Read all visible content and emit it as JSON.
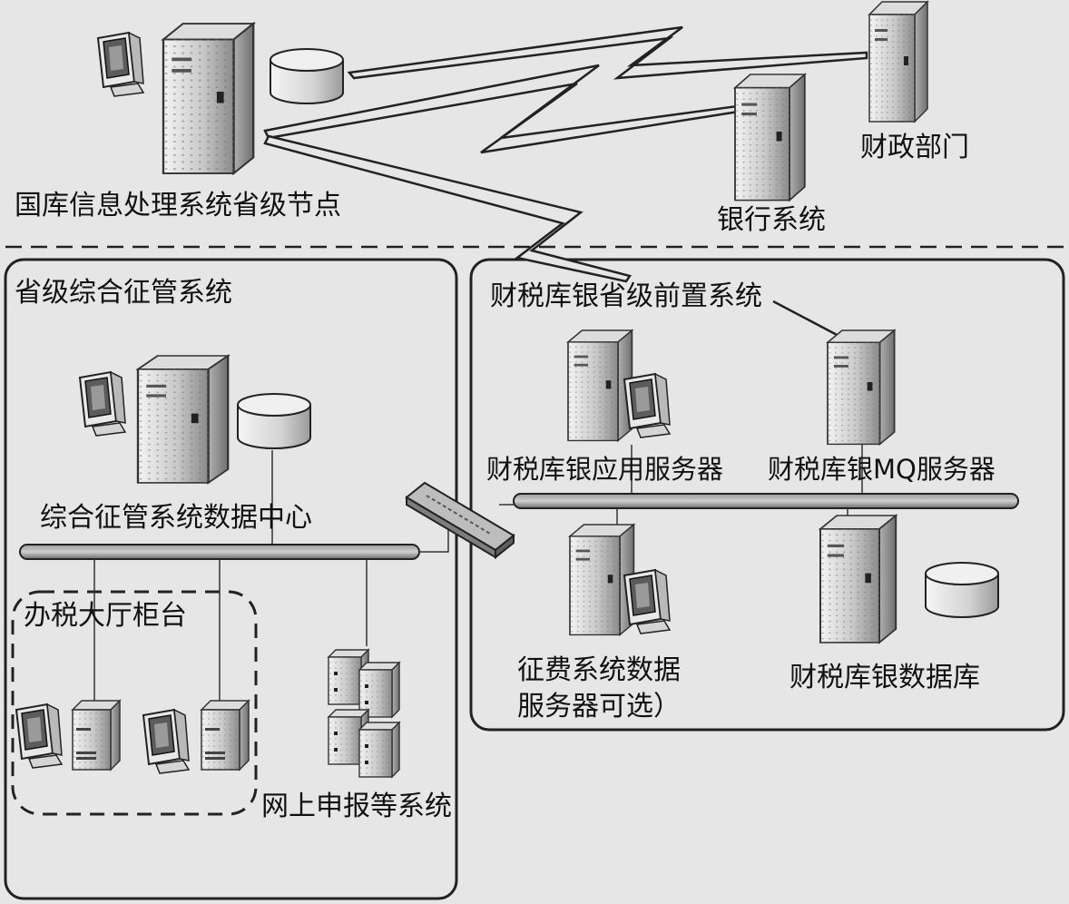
{
  "top": {
    "treasury_node": "国库信息处理系统省级节点",
    "finance_dept": "财政部门",
    "bank_system": "银行系统"
  },
  "left_box": {
    "title": "省级综合征管系统",
    "data_center": "综合征管系统数据中心",
    "hall_group": "办税大厅柜台",
    "online": "网上申报等系统"
  },
  "right_box": {
    "title": "财税库银省级前置系统",
    "app_server": "财税库银应用服务器",
    "mq_server": "财税库银MQ服务器",
    "collection_server_line1": "征费系统数据",
    "collection_server_line2": "服务器可选）",
    "database": "财税库银数据库"
  }
}
